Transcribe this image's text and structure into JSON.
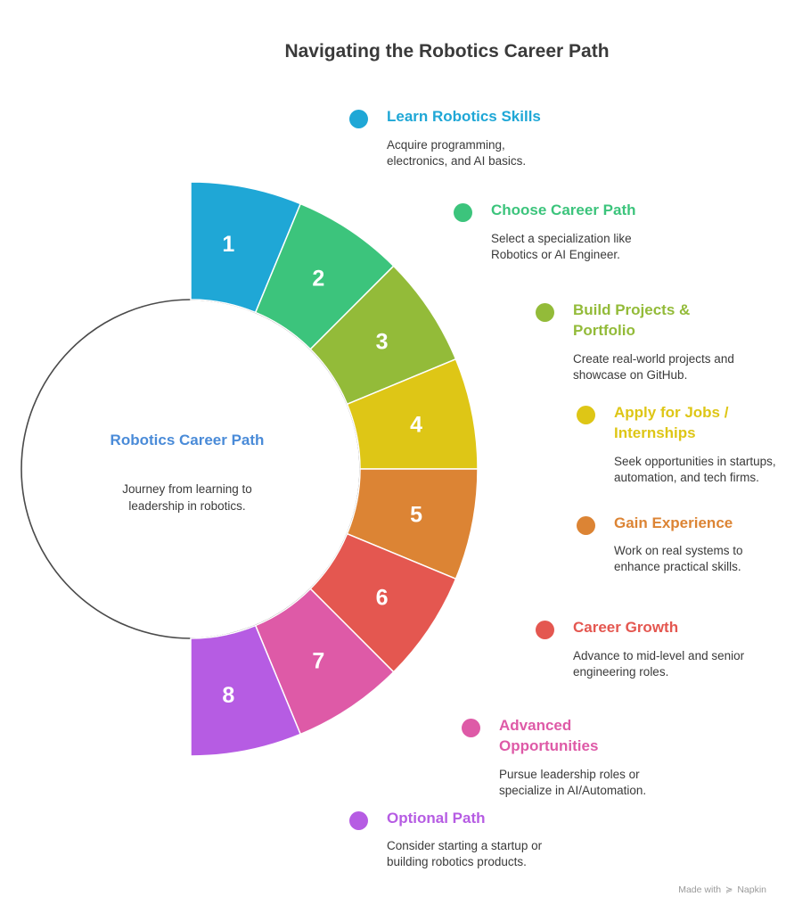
{
  "title": "Navigating the Robotics Career Path",
  "center": {
    "title": "Robotics Career Path",
    "description": "Journey from learning to leadership in robotics."
  },
  "stages": [
    {
      "number": "1",
      "title": "Learn Robotics Skills",
      "description": "Acquire programming, electronics, and AI basics.",
      "color": "#1FA7D6"
    },
    {
      "number": "2",
      "title": "Choose Career Path",
      "description": "Select a specialization like Robotics or AI Engineer.",
      "color": "#3CC47C"
    },
    {
      "number": "3",
      "title": "Build Projects & Portfolio",
      "description": "Create real-world projects and showcase on GitHub.",
      "color": "#93BB39"
    },
    {
      "number": "4",
      "title": "Apply for Jobs / Internships",
      "description": "Seek opportunities in startups, automation, and tech firms.",
      "color": "#DEC616"
    },
    {
      "number": "5",
      "title": "Gain Experience",
      "description": "Work on real systems to enhance practical skills.",
      "color": "#DC8434"
    },
    {
      "number": "6",
      "title": "Career Growth",
      "description": "Advance to mid-level and senior engineering roles.",
      "color": "#E45750"
    },
    {
      "number": "7",
      "title": "Advanced Opportunities",
      "description": "Pursue leadership roles or specialize in AI/Automation.",
      "color": "#DE5AA7"
    },
    {
      "number": "8",
      "title": "Optional Path",
      "description": "Consider starting a startup or building robotics products.",
      "color": "#B65CE3"
    }
  ],
  "colors": {
    "title": "#3A3A3A",
    "center_title": "#4A8BD8",
    "body_text": "#3A3A3A"
  },
  "footer": {
    "made_with": "Made with",
    "brand": "Napkin",
    "brand_icon": "napkin-logo-icon"
  }
}
